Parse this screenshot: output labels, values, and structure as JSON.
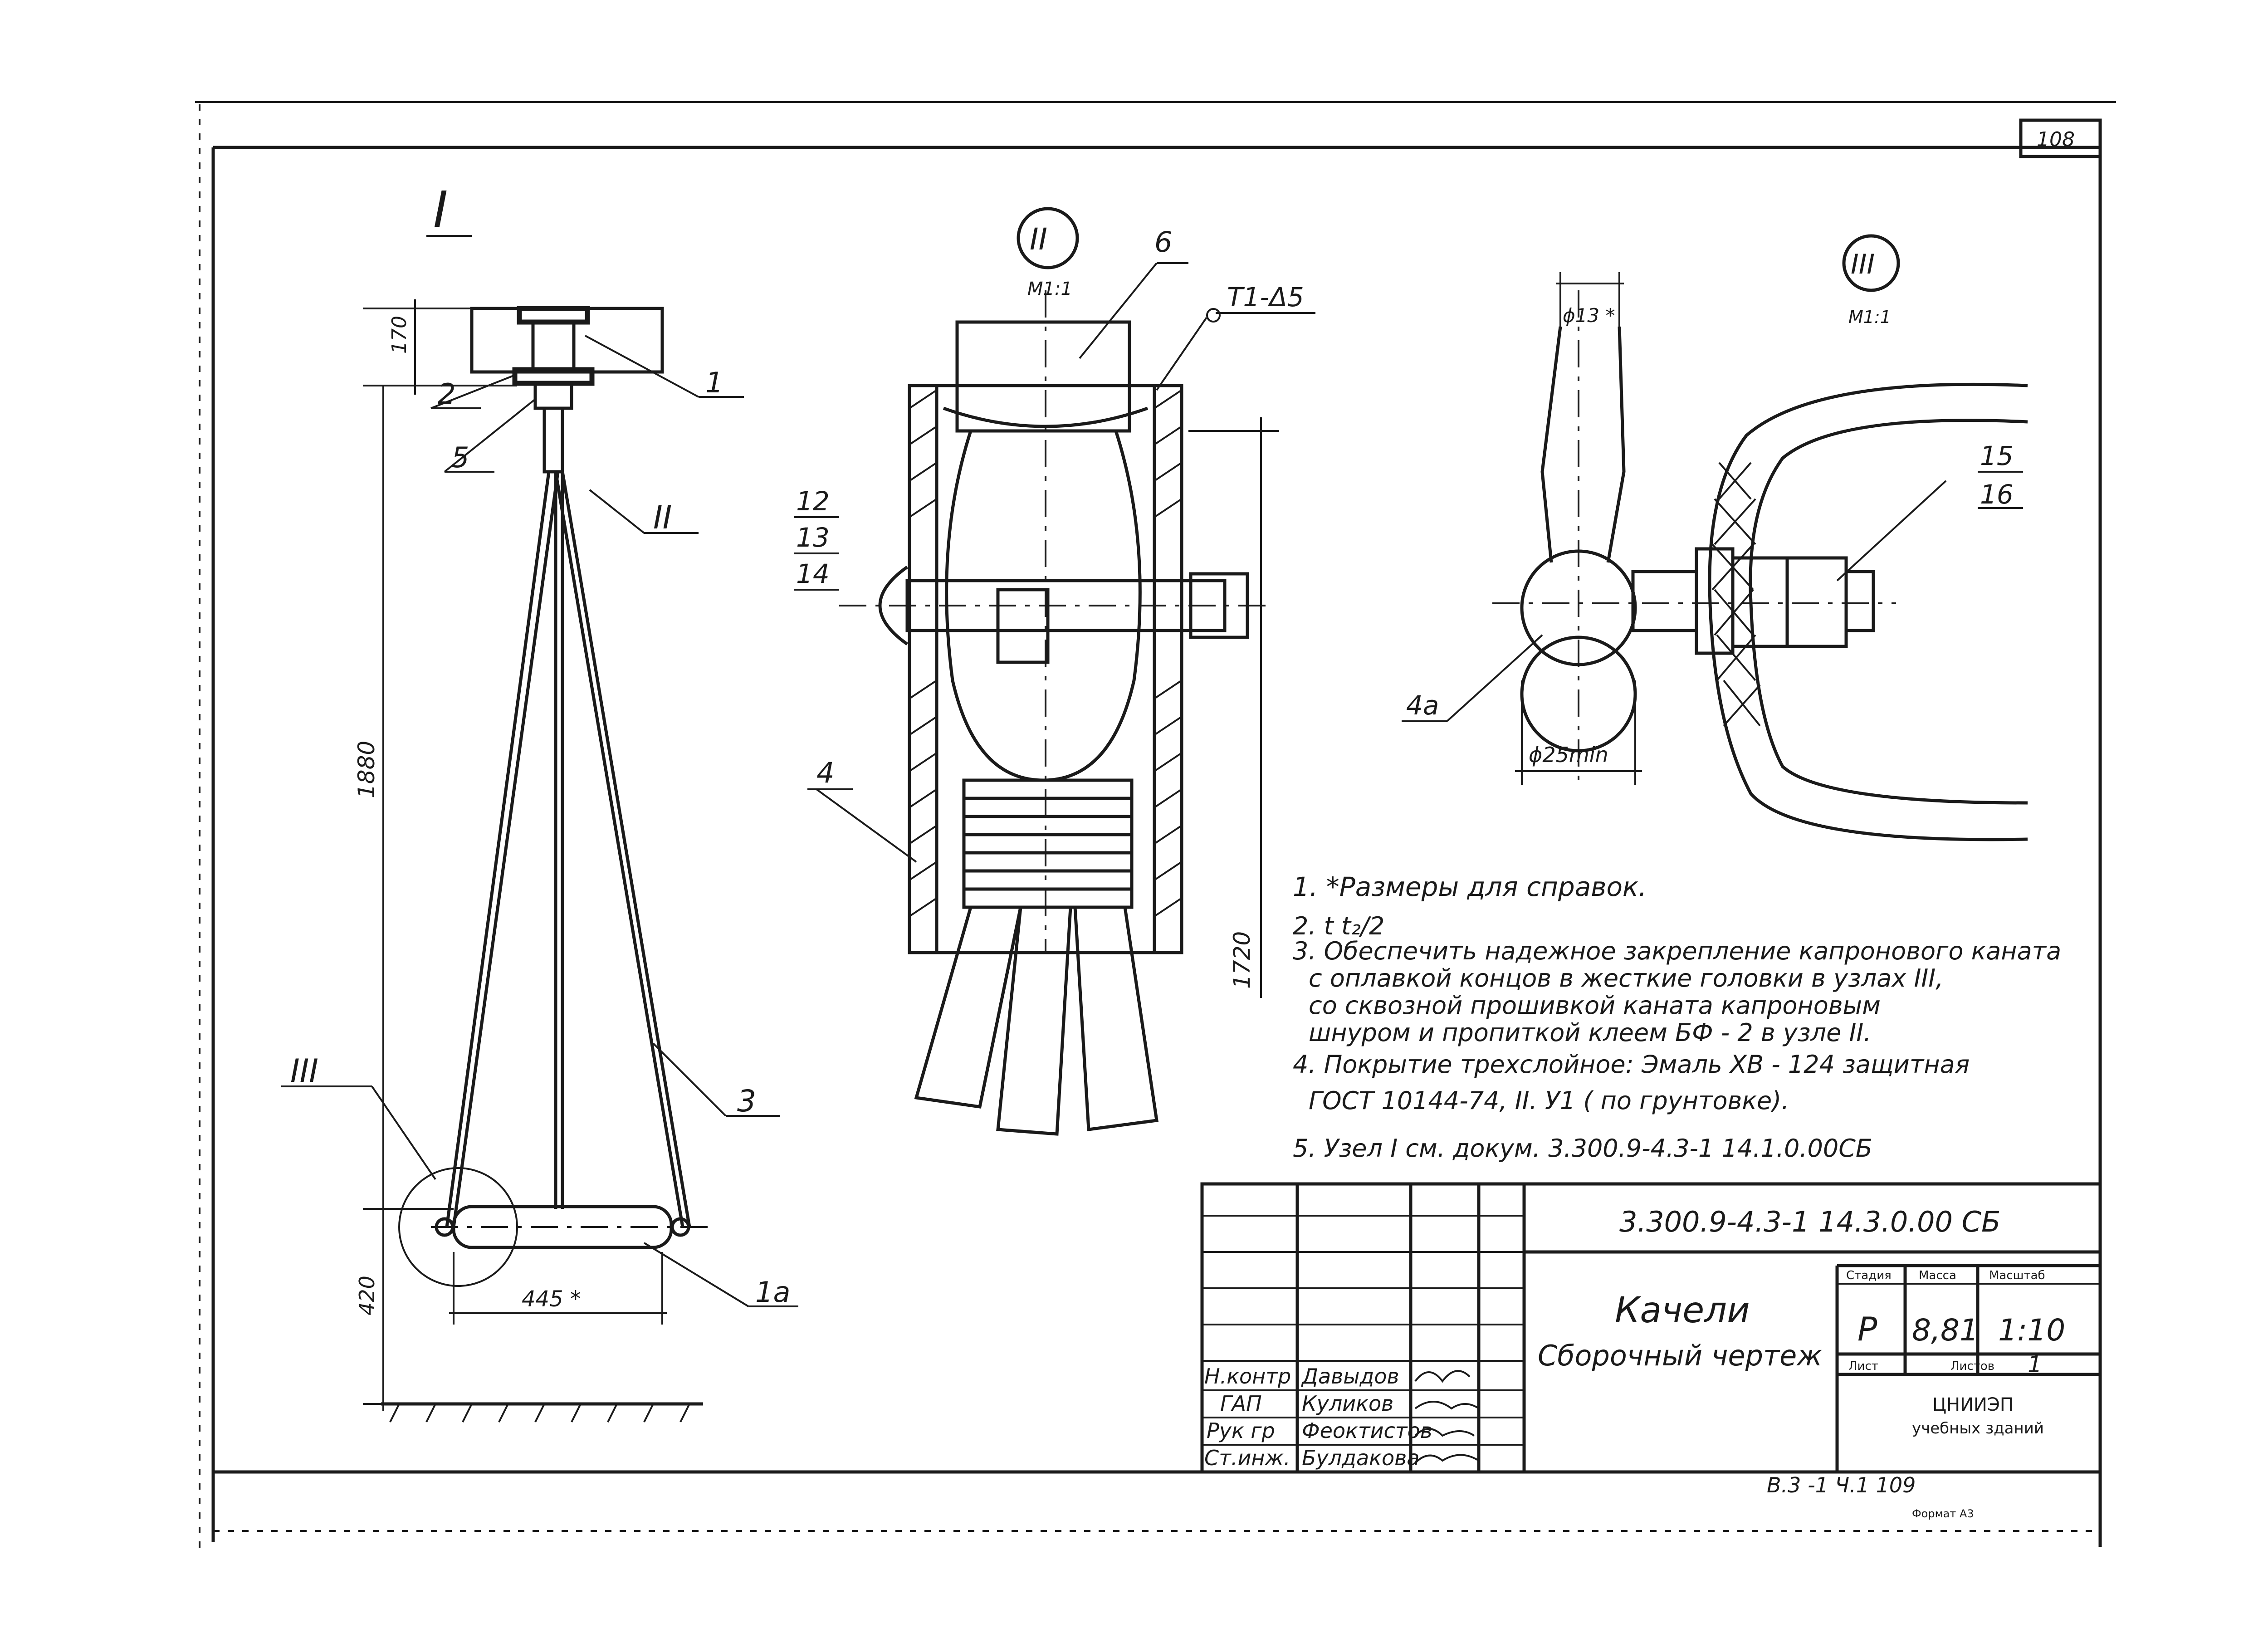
{
  "sheet_number": "108",
  "views": {
    "view_1": {
      "label": "I"
    },
    "view_2": {
      "label": "II",
      "scale": "M1:1"
    },
    "view_3": {
      "label": "III",
      "scale": "M1:1"
    }
  },
  "callouts": {
    "v1": [
      "1",
      "2",
      "5",
      "II",
      "3",
      "III",
      "1a"
    ],
    "v2": [
      "6",
      "T1-Δ5",
      "12",
      "13",
      "14",
      "4"
    ],
    "v3": [
      "15",
      "16",
      "4a"
    ]
  },
  "dimensions": {
    "d170": "170",
    "d1880": "1880",
    "d420": "420",
    "d445": "445 *",
    "d1720": "1720",
    "d13": "ϕ13 *",
    "d25": "ϕ25min"
  },
  "notes": [
    "1. *Размеры для справок.",
    "2. t  t₂/2",
    "3. Обеспечить надежное закрепление капронового каната",
    "с оплавкой концов в жесткие головки в узлах III,",
    "со сквозной прошивкой каната капроновым",
    "шнуром и пропиткой клеем БФ - 2 в узле II.",
    "4. Покрытие трехслойное: Эмаль ХВ - 124 защитная",
    "ГОСТ 10144-74, II. У1 ( по грунтовке).",
    "5. Узел I см. докум. 3.300.9-4.3-1 14.1.0.00СБ"
  ],
  "title_block": {
    "doc_code": "3.300.9-4.3-1 14.3.0.00 СБ",
    "title_line1": "Качели",
    "title_line2": "Сборочный чертеж",
    "col_stage": "Стадия",
    "col_mass": "Масса",
    "col_scale": "Масштаб",
    "stage": "Р",
    "mass": "8,81",
    "scale": "1:10",
    "sheet_label": "Лист",
    "sheets_label": "Листов",
    "sheets_value": "1",
    "org_line1": "ЦНИИЭП",
    "org_line2": "учебных зданий",
    "signatures": [
      {
        "role": "Н.контр",
        "name": "Давыдов"
      },
      {
        "role": "ГАП",
        "name": "Куликов"
      },
      {
        "role": "Рук гр",
        "name": "Феоктистов"
      },
      {
        "role": "Ст.инж.",
        "name": "Булдакова"
      }
    ]
  },
  "footer": {
    "album_ref": "В.3 -1  Ч.1    109",
    "format": "Формат А3"
  }
}
